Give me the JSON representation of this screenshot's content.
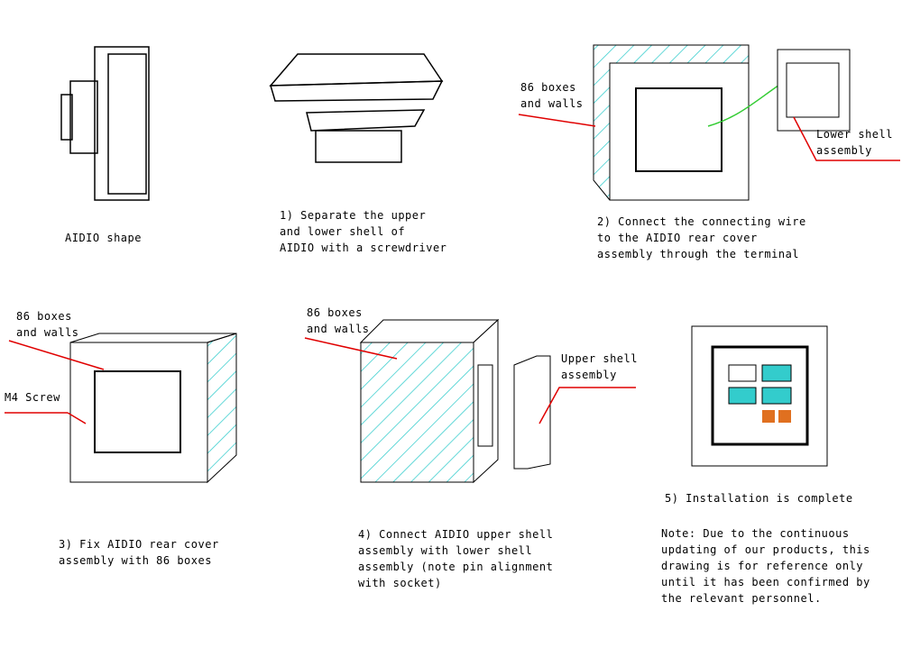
{
  "labels": {
    "shape": "AIDIO shape",
    "step1": "1) Separate the upper\nand lower shell of\nAIDIO with a screwdriver",
    "boxes1": "86 boxes\nand walls",
    "lower_shell": "Lower shell\nassembly",
    "step2": "2) Connect the connecting wire\nto the AIDIO rear cover\nassembly through the terminal",
    "boxes2": "86 boxes\nand walls",
    "m4": "M4 Screw",
    "step3": "3) Fix AIDIO rear cover\nassembly with 86 boxes",
    "boxes3": "86 boxes\nand walls",
    "upper_shell": "Upper shell\nassembly",
    "step4": "4) Connect AIDIO upper shell\nassembly with lower shell\nassembly (note pin alignment\nwith socket)",
    "step5": "5) Installation is complete",
    "note": "Note: Due to the continuous\nupdating of our products, this\ndrawing is for reference only\nuntil it has been confirmed by\nthe relevant personnel."
  },
  "colors": {
    "leader": "#e00000",
    "hatch": "#33cccc",
    "wire": "#33cc33",
    "panel": "#33cccc",
    "button": "#e07020"
  }
}
